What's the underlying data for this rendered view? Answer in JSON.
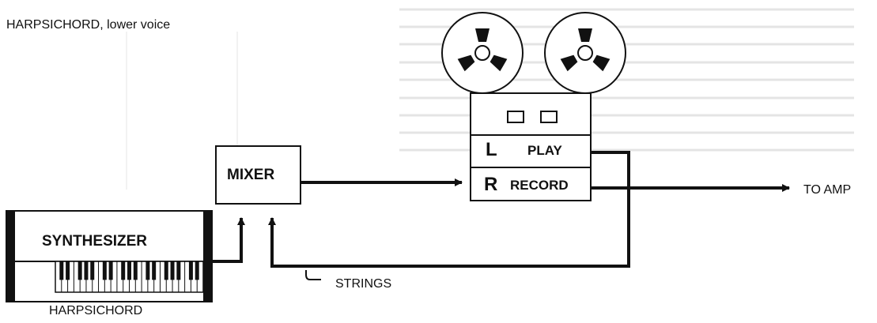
{
  "heading": "HARPSICHORD, lower voice",
  "mixer": {
    "label": "MIXER"
  },
  "synthesizer": {
    "label": "SYNTHESIZER",
    "caption": "HARPSICHORD"
  },
  "tape_deck": {
    "left_channel": {
      "letter": "L",
      "label": "PLAY"
    },
    "right_channel": {
      "letter": "R",
      "label": "RECORD"
    }
  },
  "output": {
    "label": "TO AMP"
  },
  "return_path": {
    "label": "STRINGS"
  },
  "colors": {
    "ink": "#111111",
    "paper": "#ffffff"
  }
}
